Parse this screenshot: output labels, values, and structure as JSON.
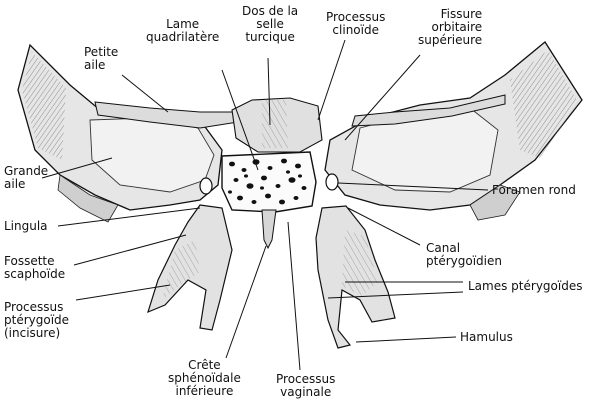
{
  "labels": {
    "lame_quadrilatere": "Lame\nquadrilatère",
    "dos_selle": "Dos de la\nselle\nturcique",
    "processus_clinoide": "Processus\nclinoïde",
    "fissure_orbitaire": "Fissure\norbitaire\nsupérieure",
    "petite_aile": "Petite\naile",
    "grande_aile": "Grande\naile",
    "foramen_rond": "Foramen rond",
    "lingula": "Lingula",
    "canal_pterygoidien": "Canal\nptérygoïdien",
    "fossette_scaphoide": "Fossette\nscaphoïde",
    "lames_pterygoides": "Lames ptérygoïdes",
    "processus_pterygoide": "Processus\nptérygoïde\n(incisure)",
    "hamulus": "Hamulus",
    "crete_sphenoidale": "Crête\nsphénoïdale\ninférieure",
    "processus_vaginale": "Processus\nvaginale"
  },
  "colors": {
    "ink": "#111111",
    "bone_fill": "#e9e9e9",
    "bone_shadow": "#bdbdbd",
    "body_fill": "#fbfbfb",
    "background": "#ffffff"
  }
}
